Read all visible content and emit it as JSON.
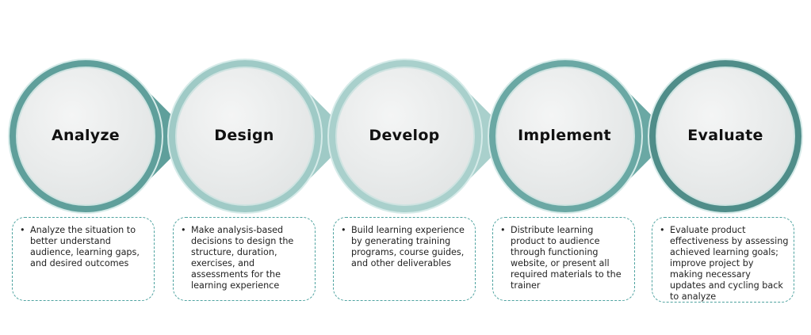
{
  "stages": [
    {
      "title": "Analyze",
      "text": "Analyze the situation to better understand audience, learning gaps, and desired outcomes",
      "ring_color": "#5f9f9b"
    },
    {
      "title": "Design",
      "text": "Make analysis-based decisions to design the structure, duration, exercises, and assessments for the learning experience",
      "ring_color": "#9fcac6"
    },
    {
      "title": "Develop",
      "text": "Build learning experience by generating training programs,  course guides, and other deliverables",
      "ring_color": "#a9d0cc"
    },
    {
      "title": "Implement",
      "text": "Distribute learning product to audience through functioning website, or present all required materials to the trainer",
      "ring_color": "#6aa8a4"
    },
    {
      "title": "Evaluate",
      "text": "Evaluate product effectiveness by assessing achieved learning goals; improve project by making necessary updates and cycling back to analyze",
      "ring_color": "#4f8d89"
    }
  ],
  "bullet": "•"
}
